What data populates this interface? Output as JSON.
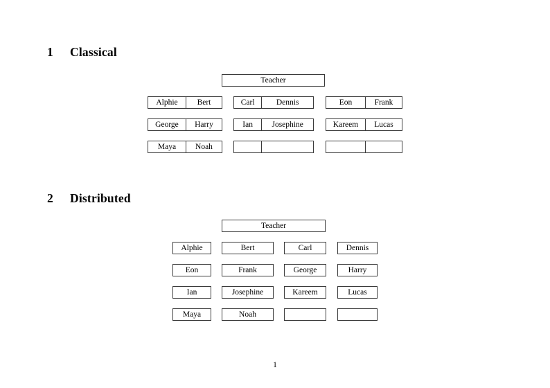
{
  "document": {
    "page_number": "1",
    "background_color": "#ffffff",
    "text_color": "#000000",
    "box_border_color": "#3a3a3a"
  },
  "sections": [
    {
      "number": "1",
      "title": "Classical",
      "teacher_label": "Teacher",
      "groups": [
        {
          "name": "group-left",
          "rows": [
            {
              "left": "Alphie",
              "right": "Bert"
            },
            {
              "left": "George",
              "right": "Harry"
            },
            {
              "left": "Maya",
              "right": "Noah"
            }
          ]
        },
        {
          "name": "group-middle",
          "rows": [
            {
              "left": "Carl",
              "right": "Dennis"
            },
            {
              "left": "Ian",
              "right": "Josephine"
            },
            {
              "left": "",
              "right": ""
            }
          ]
        },
        {
          "name": "group-right",
          "rows": [
            {
              "left": "Eon",
              "right": "Frank"
            },
            {
              "left": "Kareem",
              "right": "Lucas"
            },
            {
              "left": "",
              "right": ""
            }
          ]
        }
      ]
    },
    {
      "number": "2",
      "title": "Distributed",
      "teacher_label": "Teacher",
      "columns": [
        {
          "name": "column-1",
          "cells": [
            "Alphie",
            "Eon",
            "Ian",
            "Maya"
          ]
        },
        {
          "name": "column-2",
          "cells": [
            "Bert",
            "Frank",
            "Josephine",
            "Noah"
          ]
        },
        {
          "name": "column-3",
          "cells": [
            "Carl",
            "George",
            "Kareem",
            ""
          ]
        },
        {
          "name": "column-4",
          "cells": [
            "Dennis",
            "Harry",
            "Lucas",
            ""
          ]
        }
      ]
    }
  ]
}
